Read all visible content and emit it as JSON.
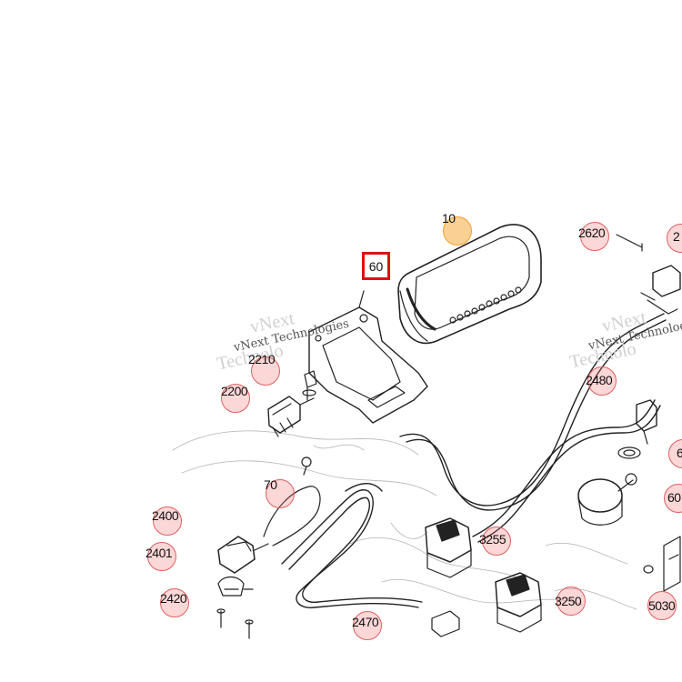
{
  "watermark_text": "vNext Technologies",
  "watermark_fragment_a": "vNext",
  "watermark_fragment_b": "Technolo",
  "selected_part": "60",
  "active_part": "10",
  "callouts": {
    "c10": "10",
    "c60": "60",
    "c70": "70",
    "c2200": "2200",
    "c2210": "2210",
    "c2400": "2400",
    "c2401": "2401",
    "c2420": "2420",
    "c2470": "2470",
    "c2480": "2480",
    "c2620": "2620",
    "c3250": "3250",
    "c3255": "3255",
    "c5030": "5030",
    "c60_right": "60",
    "c6_right": "6",
    "c2_right": "2"
  },
  "colors": {
    "callout_fill": "#f3a3a3",
    "callout_active": "#f6aa3c",
    "selected_outline": "#e01010",
    "line_art": "#222222"
  }
}
